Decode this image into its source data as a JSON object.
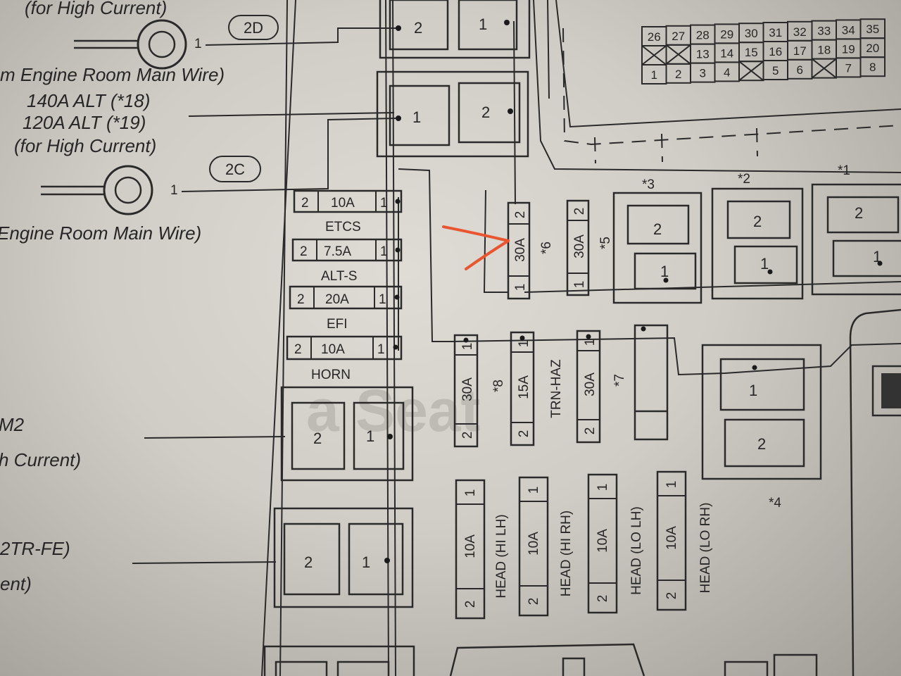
{
  "left_labels": {
    "label_2d_note": "(for High Current)",
    "circle_2d": "2D",
    "label_2d_source": "m Engine Room Main Wire)",
    "alt_140": "140A ALT (*18)",
    "alt_120": "120A ALT (*19)",
    "label_2c_note": "(for High Current)",
    "circle_2c": "2C",
    "label_2c_source": "Engine Room Main Wire)",
    "m2_name": "M2",
    "m2_note": "h Current)",
    "tr_name": "2TR-FE)",
    "tr_note": "ent)",
    "ghost_text": "a Seat"
  },
  "terminal": {
    "pin": "1"
  },
  "relays": {
    "top_a": {
      "pin1": "1",
      "pin2": "2"
    },
    "top_b": {
      "pin1": "1",
      "pin2": "2"
    },
    "m2": {
      "pin1": "1",
      "pin2": "2"
    },
    "tr": {
      "pin1": "1",
      "pin2": "2"
    },
    "r3": {
      "tag": "*3",
      "pin1": "1",
      "pin2": "2"
    },
    "r2": {
      "tag": "*2",
      "pin1": "1",
      "pin2": "2"
    },
    "r1": {
      "tag": "*1",
      "pin1": "1",
      "pin2": "2"
    },
    "r4": {
      "tag": "*4",
      "pin1": "1",
      "pin2": "2"
    }
  },
  "left_fuses": [
    {
      "pin_left": "2",
      "rating": "10A",
      "pin_right": "1",
      "name": "ETCS"
    },
    {
      "pin_left": "2",
      "rating": "7.5A",
      "pin_right": "1",
      "name": "ALT-S"
    },
    {
      "pin_left": "2",
      "rating": "20A",
      "pin_right": "1",
      "name": "EFI"
    },
    {
      "pin_left": "2",
      "rating": "10A",
      "pin_right": "1",
      "name": "HORN"
    }
  ],
  "fuses_upper": [
    {
      "pin_top": "2",
      "rating": "30A",
      "pin_bottom": "1",
      "tag": "*6"
    },
    {
      "pin_top": "2",
      "rating": "30A",
      "pin_bottom": "1",
      "tag": "*5"
    }
  ],
  "fuses_middle": [
    {
      "pin_top": "1",
      "rating": "30A",
      "pin_bottom": "2",
      "tag": "*8"
    },
    {
      "pin_top": "1",
      "rating": "15A",
      "pin_bottom": "2",
      "tag": "TRN-HAZ"
    },
    {
      "pin_top": "1",
      "rating": "30A",
      "pin_bottom": "2",
      "tag": "*7"
    }
  ],
  "fuses_head": [
    {
      "pin_top": "1",
      "rating": "10A",
      "pin_bottom": "2",
      "name": "HEAD (HI LH)"
    },
    {
      "pin_top": "1",
      "rating": "10A",
      "pin_bottom": "2",
      "name": "HEAD (HI RH)"
    },
    {
      "pin_top": "1",
      "rating": "10A",
      "pin_bottom": "2",
      "name": "HEAD (LO LH)"
    },
    {
      "pin_top": "1",
      "rating": "10A",
      "pin_bottom": "2",
      "name": "HEAD (LO RH)"
    }
  ],
  "connector_grid": {
    "row1": [
      "26",
      "27",
      "28",
      "29",
      "30",
      "31",
      "32",
      "33",
      "34",
      "35"
    ],
    "row2": [
      "",
      "",
      "13",
      "14",
      "15",
      "16",
      "17",
      "18",
      "19",
      "20"
    ],
    "row3": [
      "1",
      "2",
      "3",
      "4",
      "",
      "5",
      "6",
      "",
      "7",
      "8"
    ]
  },
  "annotation": {
    "color": "#e8552e"
  }
}
